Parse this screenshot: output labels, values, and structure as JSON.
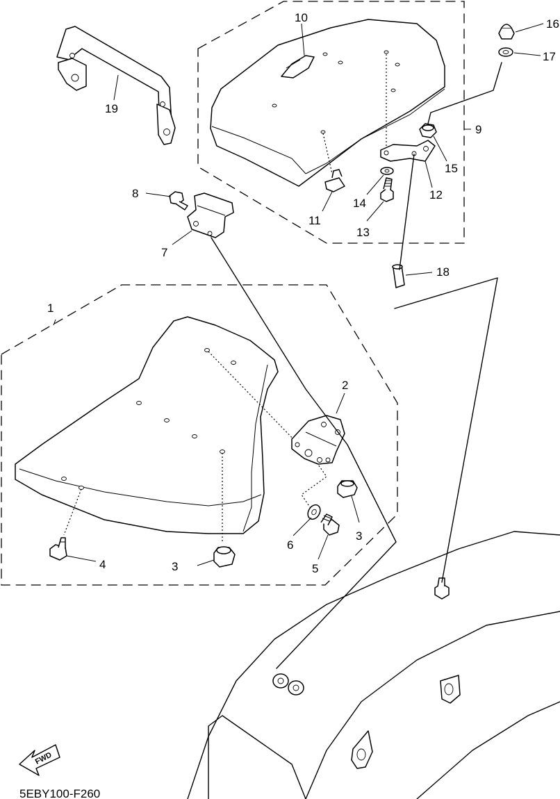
{
  "diagram": {
    "callouts": [
      {
        "id": "1",
        "label": "1"
      },
      {
        "id": "2",
        "label": "2"
      },
      {
        "id": "3a",
        "label": "3"
      },
      {
        "id": "3b",
        "label": "3"
      },
      {
        "id": "4",
        "label": "4"
      },
      {
        "id": "5",
        "label": "5"
      },
      {
        "id": "6",
        "label": "6"
      },
      {
        "id": "7",
        "label": "7"
      },
      {
        "id": "8",
        "label": "8"
      },
      {
        "id": "9",
        "label": "9"
      },
      {
        "id": "10",
        "label": "10"
      },
      {
        "id": "11",
        "label": "11"
      },
      {
        "id": "12",
        "label": "12"
      },
      {
        "id": "13",
        "label": "13"
      },
      {
        "id": "14",
        "label": "14"
      },
      {
        "id": "15",
        "label": "15"
      },
      {
        "id": "16",
        "label": "16"
      },
      {
        "id": "17",
        "label": "17"
      },
      {
        "id": "18",
        "label": "18"
      },
      {
        "id": "19",
        "label": "19"
      }
    ],
    "fwd_label": "FWD",
    "drawing_code": "5EBY100-F260"
  }
}
